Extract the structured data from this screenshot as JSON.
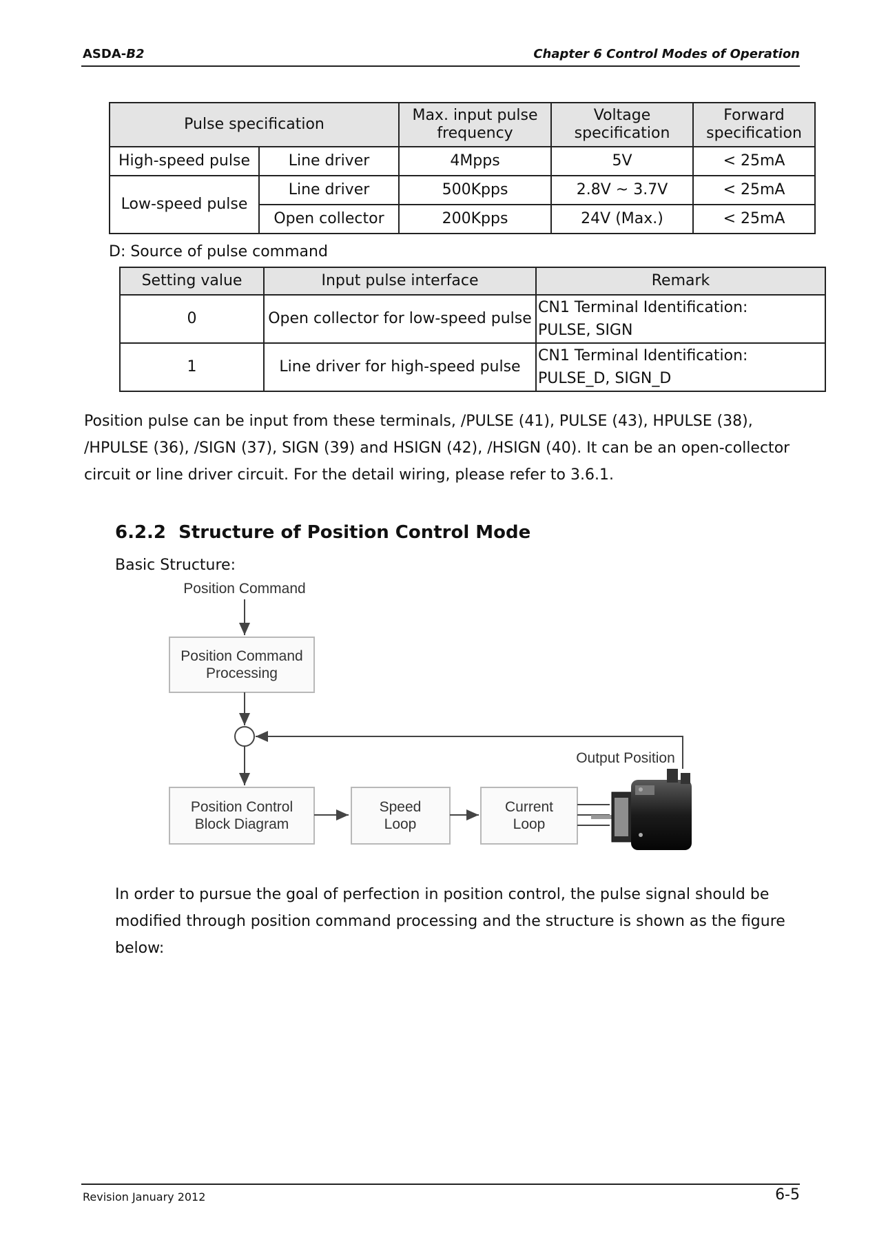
{
  "header": {
    "product_prefix": "ASDA-",
    "product_model": "B2",
    "chapter": "Chapter 6  Control Modes of Operation"
  },
  "table1": {
    "head": {
      "pulse_spec": "Pulse specification",
      "max_freq": "Max. input pulse frequency",
      "voltage": "Voltage specification",
      "forward": "Forward specification"
    },
    "high_speed": {
      "label": "High-speed pulse",
      "type": "Line driver",
      "freq": "4Mpps",
      "voltage": "5V",
      "forward": "< 25mA"
    },
    "low_speed": {
      "label": "Low-speed pulse",
      "rows": [
        {
          "type": "Line driver",
          "freq": "500Kpps",
          "voltage": "2.8V ~ 3.7V",
          "forward": "< 25mA"
        },
        {
          "type": "Open collector",
          "freq": "200Kpps",
          "voltage": "24V (Max.)",
          "forward": "< 25mA"
        }
      ]
    }
  },
  "d_label": "D: Source of pulse command",
  "table2": {
    "head": {
      "setting": "Setting value",
      "interface": "Input pulse interface",
      "remark": "Remark"
    },
    "rows": [
      {
        "setting": "0",
        "interface": "Open collector for low-speed pulse",
        "remark1": "CN1 Terminal Identification:",
        "remark2": "PULSE, SIGN"
      },
      {
        "setting": "1",
        "interface": "Line driver for high-speed pulse",
        "remark1": "CN1 Terminal Identification:",
        "remark2": "PULSE_D, SIGN_D"
      }
    ]
  },
  "paragraph1": "Position pulse can be input from these terminals, /PULSE (41), PULSE (43), HPULSE (38), /HPULSE (36), /SIGN (37), SIGN (39) and HSIGN (42), /HSIGN (40). It can be an open-collector circuit or line driver circuit. For the detail wiring, please refer to 3.6.1.",
  "section": {
    "number": "6.2.2",
    "title": "Structure of Position Control Mode"
  },
  "basic_structure": "Basic Structure:",
  "diagram": {
    "position_command": "Position Command",
    "pcp_line1": "Position Command",
    "pcp_line2": "Processing",
    "output_position": "Output Position",
    "pcb_line1": "Position Control",
    "pcb_line2": "Block Diagram",
    "speed_line1": "Speed",
    "speed_line2": "Loop",
    "current_line1": "Current",
    "current_line2": "Loop",
    "motor_icon": "servo-motor"
  },
  "paragraph2": "In order to pursue the goal of perfection in position control, the pulse signal should be modified through position command processing and the structure is shown as the figure below:",
  "footer": {
    "revision": "Revision January 2012",
    "page": "6-5"
  }
}
